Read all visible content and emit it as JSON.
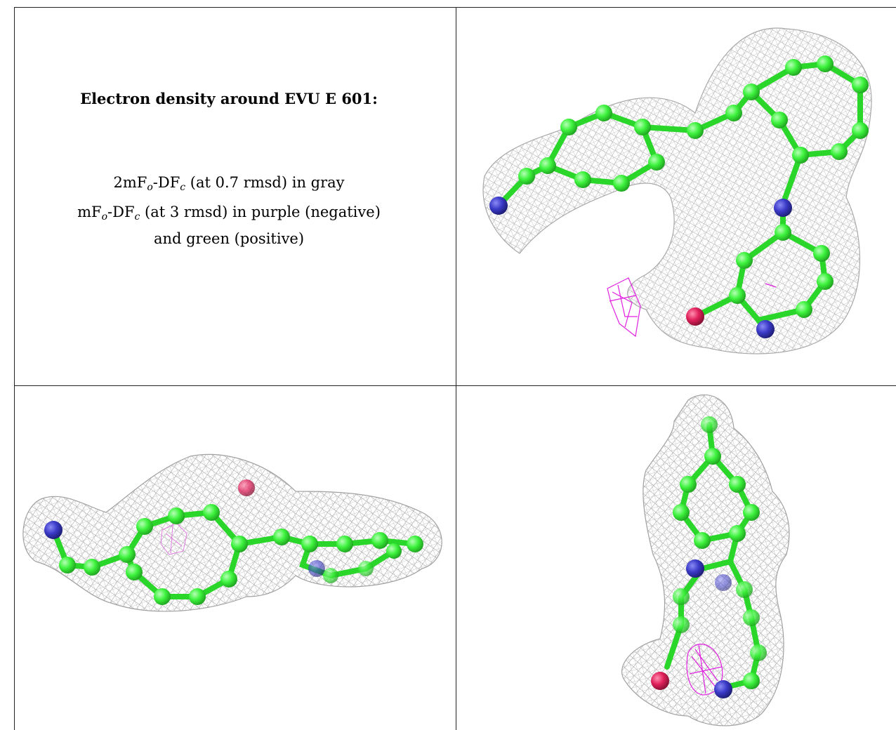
{
  "caption": {
    "title": "Electron density around EVU E 601:",
    "line1": {
      "a": "2mF",
      "b": "o",
      "c": "-DF",
      "d": "c",
      "e": " (at 0.7 rmsd) in gray"
    },
    "line2": {
      "a": "mF",
      "b": "o",
      "c": "-DF",
      "d": "c",
      "e": " (at 3 rmsd) in purple (negative)"
    },
    "line3": "and green (positive)"
  },
  "colors": {
    "mesh": "#a8a8a8",
    "carbon": "#3df23d",
    "nitrogen": "#3a3ac8",
    "oxygen": "#e0205a",
    "negative": "#e020e0"
  }
}
